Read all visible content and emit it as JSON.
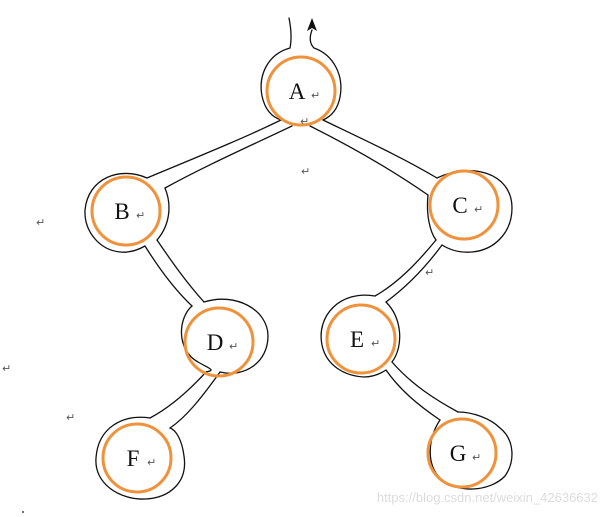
{
  "diagram": {
    "nodes": [
      {
        "id": "A",
        "label": "A"
      },
      {
        "id": "B",
        "label": "B"
      },
      {
        "id": "C",
        "label": "C"
      },
      {
        "id": "D",
        "label": "D"
      },
      {
        "id": "E",
        "label": "E"
      },
      {
        "id": "F",
        "label": "F"
      },
      {
        "id": "G",
        "label": "G"
      }
    ],
    "edges": [
      [
        "A",
        "B"
      ],
      [
        "A",
        "C"
      ],
      [
        "B",
        "D"
      ],
      [
        "C",
        "E"
      ],
      [
        "D",
        "F"
      ],
      [
        "E",
        "G"
      ]
    ],
    "return_mark": "↵",
    "colors": {
      "node_ring": "#f0923c",
      "outline": "#111111",
      "background": "#ffffff"
    }
  },
  "watermark": "https://blog.csdn.net/weixin_42636632"
}
